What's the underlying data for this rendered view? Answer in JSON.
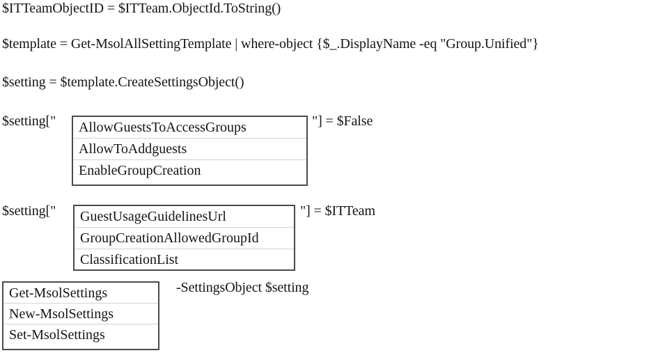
{
  "script": {
    "lines": [
      "$ITTeamObjectID = $ITTeam.ObjectId.ToString()",
      "$template = Get-MsolAllSettingTemplate | where-object {$_.DisplayName -eq \"Group.Unified\"}",
      "$setting = $template.CreateSettingsObject()"
    ]
  },
  "statement_1": {
    "prefix": "$setting[\"",
    "suffix": "\"] = $False",
    "options": [
      "AllowGuestsToAccessGroups",
      "AllowToAddguests",
      "EnableGroupCreation"
    ]
  },
  "statement_2": {
    "prefix": "$setting[\"",
    "suffix": "\"] = $ITTeam",
    "options": [
      "GuestUsageGuidelinesUrl",
      "GroupCreationAllowedGroupId",
      "ClassificationList"
    ]
  },
  "statement_3": {
    "suffix": "-SettingsObject $setting",
    "options": [
      "Get-MsolSettings",
      "New-MsolSettings",
      "Set-MsolSettings"
    ]
  },
  "colors": {
    "page_background": "#ffffff",
    "text": "#141414",
    "box_border": "#4a4a4a",
    "row_divider": "#d2d2d2"
  }
}
